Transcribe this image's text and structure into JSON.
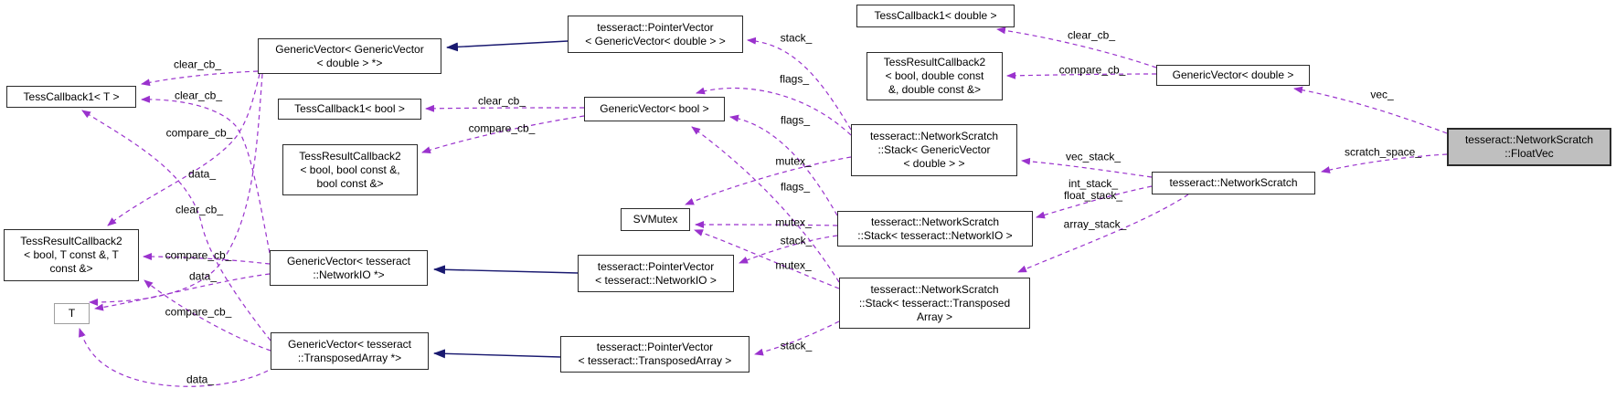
{
  "diagram": {
    "title": "tesseract::NetworkScratch::FloatVec collaboration diagram",
    "colors": {
      "background": "#ffffff",
      "node_fill": "#ffffff",
      "node_border": "#2a2a2a",
      "tparam_border": "#9f9f9f",
      "focus_fill": "#bfbfbf",
      "edge_usage": "#9a32cd",
      "edge_inherit": "#191970"
    },
    "focus_node": "tesseract::NetworkScratch::FloatVec",
    "nodes": [
      {
        "label": "TessCallback1< T >"
      },
      {
        "label": "TessResultCallback2\n< bool, T const &, T\nconst &>"
      },
      {
        "label": "T"
      },
      {
        "label": "GenericVector< GenericVector\n< double > *>"
      },
      {
        "label": "TessCallback1< bool >"
      },
      {
        "label": "TessResultCallback2\n< bool, bool const &,\nbool const &>"
      },
      {
        "label": "GenericVector< tesseract\n::NetworkIO *>"
      },
      {
        "label": "GenericVector< tesseract\n::TransposedArray *>"
      },
      {
        "label": "tesseract::PointerVector\n< GenericVector< double > >"
      },
      {
        "label": "GenericVector< bool >"
      },
      {
        "label": "SVMutex"
      },
      {
        "label": "tesseract::PointerVector\n< tesseract::NetworkIO >"
      },
      {
        "label": "tesseract::PointerVector\n< tesseract::TransposedArray >"
      },
      {
        "label": "TessCallback1< double >"
      },
      {
        "label": "TessResultCallback2\n< bool, double const\n&, double const &>"
      },
      {
        "label": "tesseract::NetworkScratch\n::Stack< GenericVector\n< double > >"
      },
      {
        "label": "tesseract::NetworkScratch\n::Stack< tesseract::NetworkIO >"
      },
      {
        "label": "tesseract::NetworkScratch\n::Stack< tesseract::Transposed\nArray >"
      },
      {
        "label": "GenericVector< double >"
      },
      {
        "label": "tesseract::NetworkScratch"
      },
      {
        "label": "tesseract::NetworkScratch\n::FloatVec"
      }
    ],
    "edge_labels": [
      {
        "text": "clear_cb_"
      },
      {
        "text": "clear_cb_"
      },
      {
        "text": "compare_cb_"
      },
      {
        "text": "data_"
      },
      {
        "text": "clear_cb_"
      },
      {
        "text": "compare_cb_"
      },
      {
        "text": "data_"
      },
      {
        "text": "compare_cb_"
      },
      {
        "text": "data_"
      },
      {
        "text": "clear_cb_"
      },
      {
        "text": "compare_cb_"
      },
      {
        "text": "stack_"
      },
      {
        "text": "flags_"
      },
      {
        "text": "flags_"
      },
      {
        "text": "mutex_"
      },
      {
        "text": "flags_"
      },
      {
        "text": "mutex_"
      },
      {
        "text": "stack_"
      },
      {
        "text": "mutex_"
      },
      {
        "text": "stack_"
      },
      {
        "text": "clear_cb_"
      },
      {
        "text": "compare_cb_"
      },
      {
        "text": "vec_stack_"
      },
      {
        "text": "int_stack_\nfloat_stack_"
      },
      {
        "text": "array_stack_"
      },
      {
        "text": "vec_"
      },
      {
        "text": "scratch_space_"
      }
    ]
  }
}
